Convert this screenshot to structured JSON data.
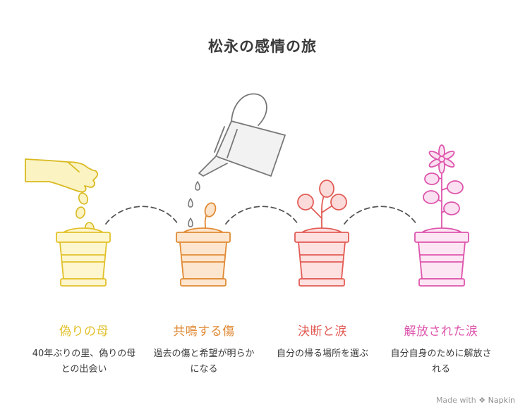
{
  "title": "松永の感情の旅",
  "stages": [
    {
      "title": "偽りの母",
      "desc": "40年ぶりの里、偽りの母との出会い",
      "color": "#e2c12b"
    },
    {
      "title": "共鳴する傷",
      "desc": "過去の傷と希望が明らかになる",
      "color": "#e08a35"
    },
    {
      "title": "決断と涙",
      "desc": "自分の帰る場所を選ぶ",
      "color": "#e25c55"
    },
    {
      "title": "解放された涙",
      "desc": "自分自身のために解放される",
      "color": "#dd55ac"
    }
  ],
  "footer": {
    "made_with": "Made with",
    "brand": "Napkin"
  }
}
